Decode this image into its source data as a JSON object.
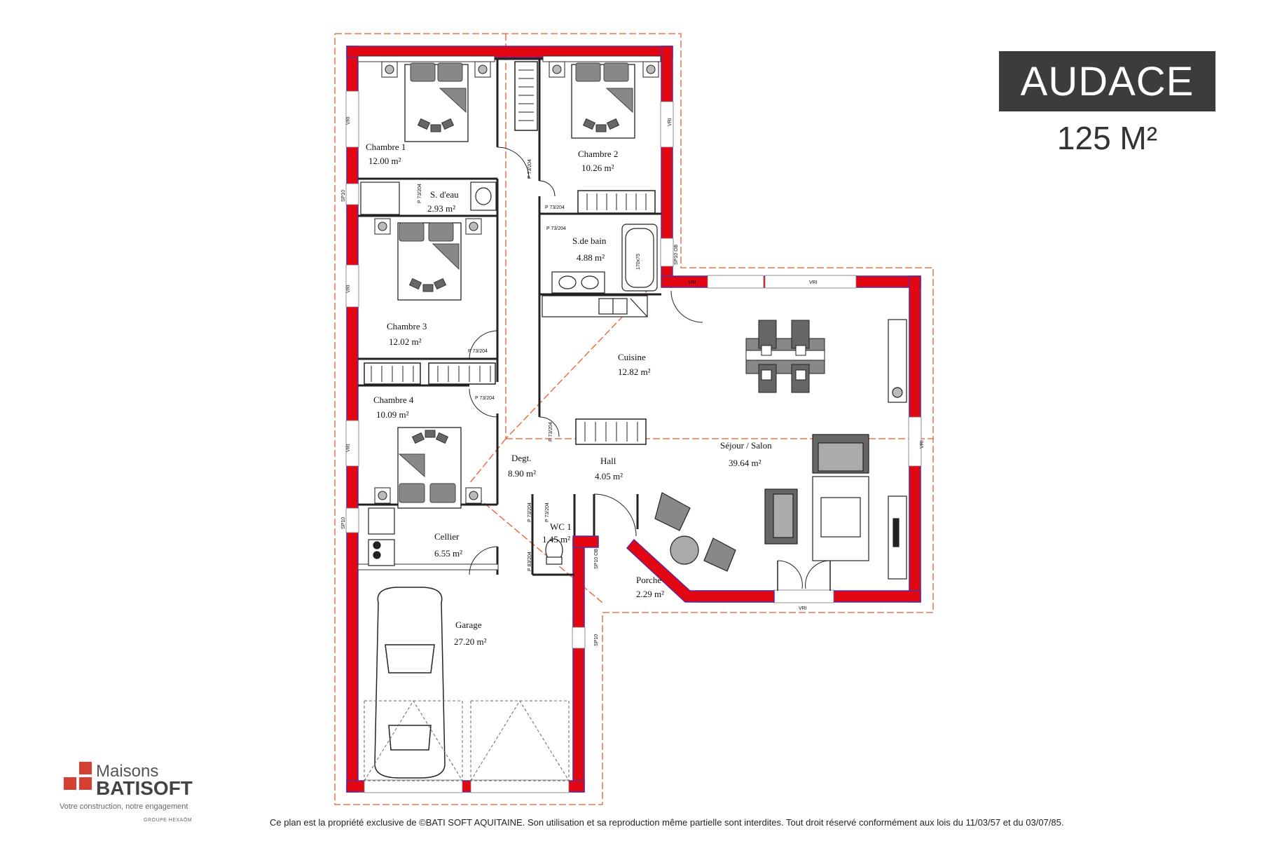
{
  "header": {
    "model_name": "AUDACE",
    "area": "125 M²"
  },
  "rooms": [
    {
      "name": "Chambre 1",
      "area": "12.00 m²"
    },
    {
      "name": "Chambre 2",
      "area": "10.26 m²"
    },
    {
      "name": "S. d'eau",
      "area": "2.93 m²"
    },
    {
      "name": "S.de bain",
      "area": "4.88 m²"
    },
    {
      "name": "Chambre 3",
      "area": "12.02 m²"
    },
    {
      "name": "Cuisine",
      "area": "12.82 m²"
    },
    {
      "name": "Chambre 4",
      "area": "10.09 m²"
    },
    {
      "name": "Degt.",
      "area": "8.90 m²"
    },
    {
      "name": "Hall",
      "area": "4.05 m²"
    },
    {
      "name": "Séjour / Salon",
      "area": "39.64 m²"
    },
    {
      "name": "WC 1",
      "area": "1.45 m²"
    },
    {
      "name": "Cellier",
      "area": "6.55 m²"
    },
    {
      "name": "Porche",
      "area": "2.29 m²"
    },
    {
      "name": "Garage",
      "area": "27.20 m²"
    }
  ],
  "labels": {
    "vri": "VRI",
    "sp10": "SP10",
    "sp10ob": "SP10 OB",
    "p73": "P 73/204",
    "p83": "P 83/204",
    "bath_size": "170x75"
  },
  "brand": {
    "line1": "Maisons",
    "line2": "BATISOFT",
    "tagline": "Votre construction, notre engagement",
    "group": "GROUPE HEXAŌM"
  },
  "footer": "Ce plan est la propriété exclusive de ©BATI SOFT AQUITAINE. Son utilisation et sa reproduction même partielle sont interdites. Tout droit réservé conformément aux lois du 11/03/57 et du 03/07/85.",
  "colors": {
    "wall_red": "#e30613",
    "wall_purple": "#5b2aa0",
    "dash_orange": "#ef5a2a",
    "title_bg": "#3c3c3c"
  }
}
